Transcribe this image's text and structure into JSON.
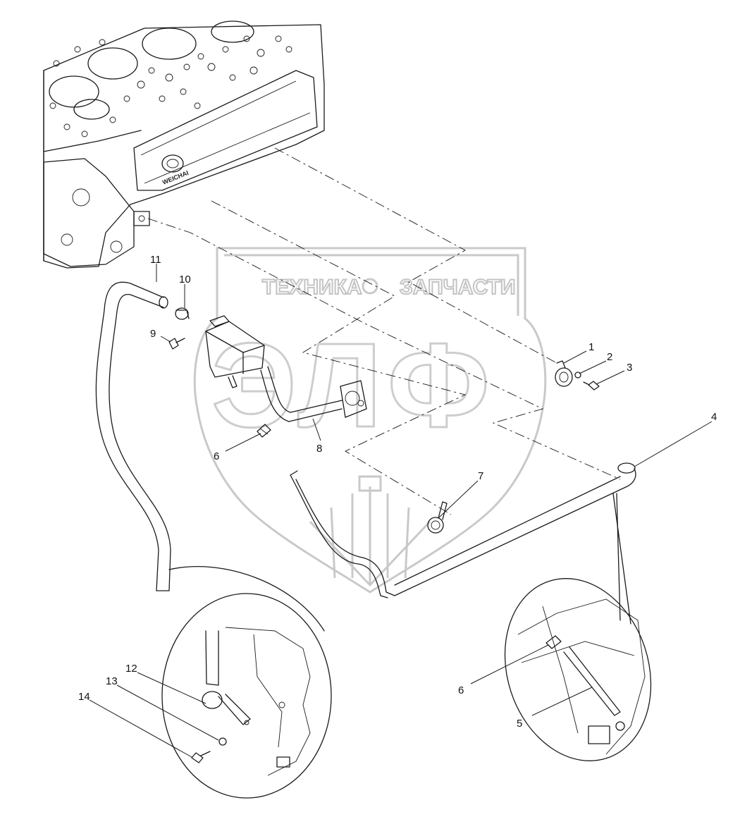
{
  "watermark": {
    "line1_left": "ТЕХНИКА",
    "line1_right": "ЗАПЧАСТИ",
    "letters": "ЭЛФ",
    "engine_badge": "WEICHAI",
    "color": "#c8c8c8"
  },
  "callouts": [
    {
      "id": "1",
      "label": "1"
    },
    {
      "id": "2",
      "label": "2"
    },
    {
      "id": "3",
      "label": "3"
    },
    {
      "id": "4",
      "label": "4"
    },
    {
      "id": "5",
      "label": "5"
    },
    {
      "id": "6a",
      "label": "6"
    },
    {
      "id": "6b",
      "label": "6"
    },
    {
      "id": "7",
      "label": "7"
    },
    {
      "id": "8",
      "label": "8"
    },
    {
      "id": "9",
      "label": "9"
    },
    {
      "id": "10",
      "label": "10"
    },
    {
      "id": "11",
      "label": "11"
    },
    {
      "id": "12",
      "label": "12"
    },
    {
      "id": "13",
      "label": "13"
    },
    {
      "id": "14",
      "label": "14"
    }
  ]
}
